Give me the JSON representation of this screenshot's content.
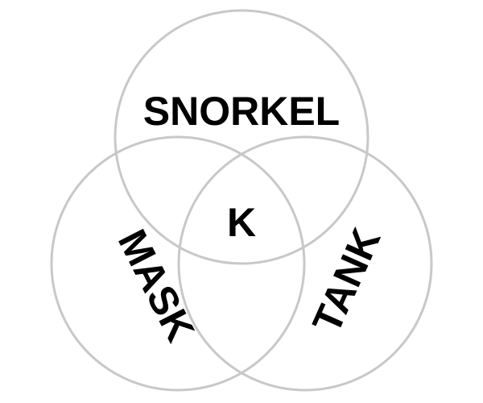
{
  "diagram": {
    "type": "venn",
    "circles": [
      {
        "id": "top",
        "label": "SNORKEL"
      },
      {
        "id": "left",
        "label": "MASK"
      },
      {
        "id": "right",
        "label": "TANK"
      }
    ],
    "center_label": "K",
    "colors": {
      "circle_stroke": "#c8c8c8",
      "text": "#000000",
      "background": "#ffffff"
    }
  }
}
